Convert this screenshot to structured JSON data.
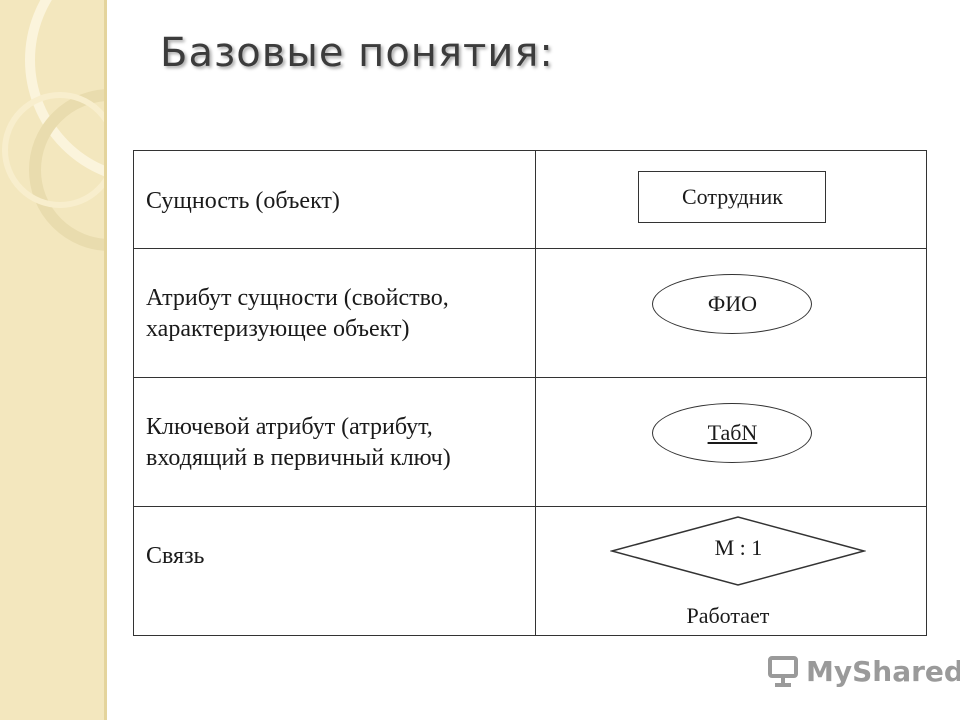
{
  "title": "Базовые понятия:",
  "rows": [
    {
      "term": "Сущность (объект)",
      "symbol": "Сотрудник"
    },
    {
      "term": "Атрибут сущности (свойство, характеризующее объект)",
      "symbol": "ФИО"
    },
    {
      "term": "Ключевой атрибут (атрибут, входящий в первичный ключ)",
      "symbol": "ТабN"
    },
    {
      "term": "Связь",
      "symbol": "М : 1",
      "caption": "Работает"
    }
  ],
  "watermark": "MyShared",
  "colors": {
    "side_strip": "#f3e7be",
    "title_text": "#3c3c3c",
    "border": "#333333"
  },
  "icons": {
    "watermark_logo": "presentation-screen-icon"
  }
}
